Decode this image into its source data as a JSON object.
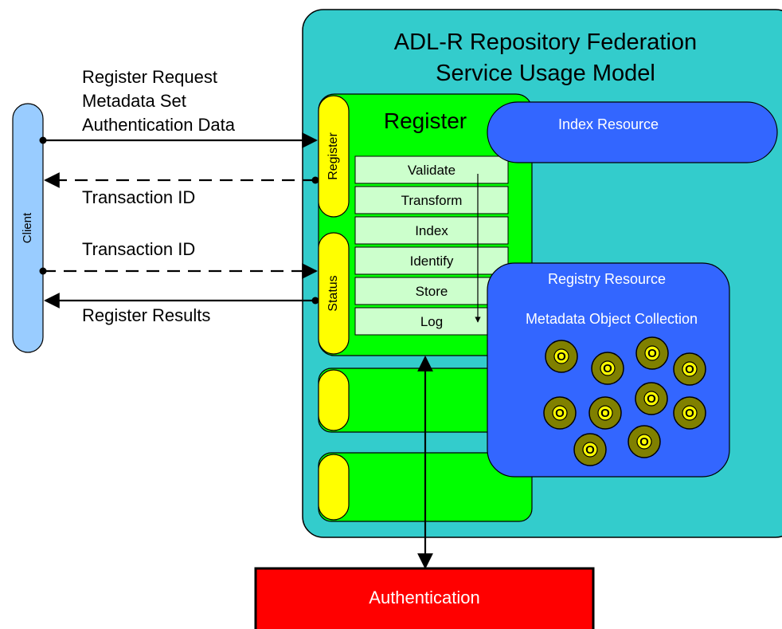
{
  "service": {
    "title_line1": "ADL-R Repository Federation",
    "title_line2": "Service Usage Model"
  },
  "client": {
    "label": "Client"
  },
  "messages": {
    "request_line1": "Register Request",
    "request_line2": "Metadata Set",
    "request_line3": "Authentication Data",
    "transaction_id_response": "Transaction ID",
    "transaction_id_request": "Transaction ID",
    "register_results": "Register Results"
  },
  "register": {
    "title": "Register",
    "register_tab": "Register",
    "status_tab": "Status",
    "steps": [
      "Validate",
      "Transform",
      "Index",
      "Identify",
      "Store",
      "Log"
    ]
  },
  "index_resource": {
    "label": "Index Resource"
  },
  "registry_resource": {
    "label": "Registry Resource",
    "collection_label": "Metadata Object Collection",
    "object_label": "O"
  },
  "authentication": {
    "label": "Authentication"
  },
  "colors": {
    "service_fill": "#33CCCC",
    "register_fill": "#00FF00",
    "tab_fill": "#FFFF00",
    "step_fill": "#CCFFCC",
    "resource_fill": "#3366FF",
    "client_fill": "#99CCFF",
    "auth_fill": "#FF0000",
    "object_fill": "#808000"
  }
}
